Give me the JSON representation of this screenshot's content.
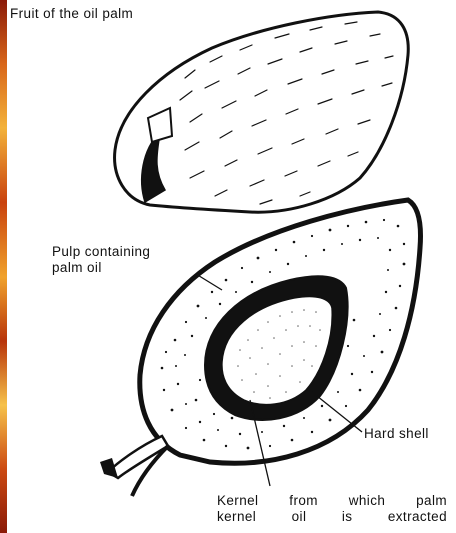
{
  "diagram": {
    "title": "Fruit of the oil palm",
    "labels": {
      "pulp_line1": "Pulp containing",
      "pulp_line2": "palm oil",
      "shell": "Hard shell",
      "kernel_line1": "Kernel from which palm",
      "kernel_line2": "kernel oil is extracted"
    },
    "colors": {
      "ink": "#111111",
      "background": "#ffffff",
      "edge_strip": "#d8661a"
    }
  }
}
